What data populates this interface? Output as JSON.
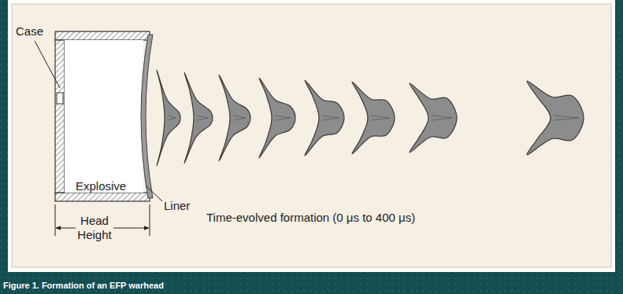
{
  "diagram": {
    "caption": "Figure 1. Formation of an EFP warhead",
    "labels": [
      "Case",
      "Explosive",
      "Liner",
      "Head Height",
      "Time-evolved formation (0 μs to 400 μs)"
    ]
  }
}
